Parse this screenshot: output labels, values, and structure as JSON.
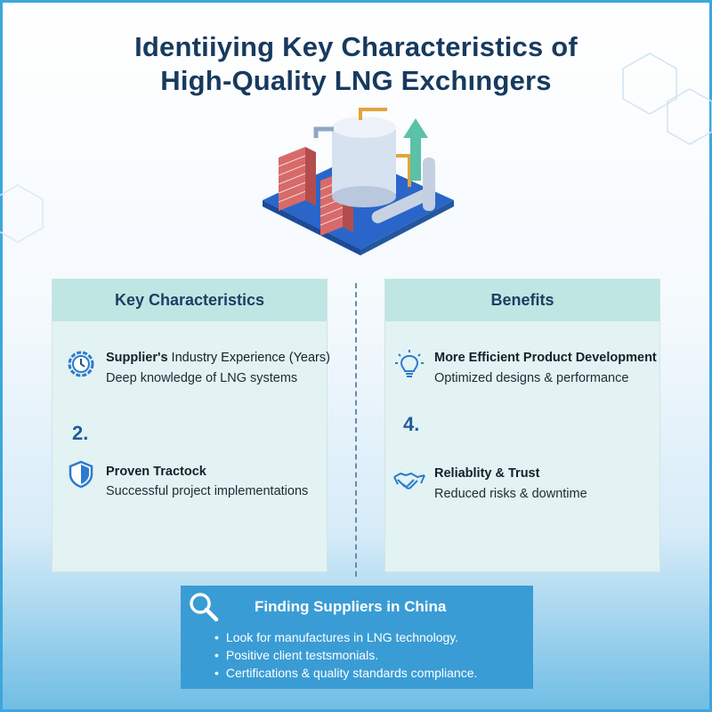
{
  "title": {
    "line1": "Identiiying Key Characteristics of",
    "line2": "High-Quality LNG Exchıngers"
  },
  "left_card": {
    "header": "Key Characteristics",
    "item1": {
      "title_bold": "Supplier's",
      "title_normal": " Industry Experience (Years)",
      "subtitle": "Deep knowledge of LNG systems",
      "icon": "gear-clock-icon"
    },
    "number": "2.",
    "item2": {
      "title": "Proven Tractock",
      "subtitle": "Successful project implementations",
      "icon": "shield-icon"
    }
  },
  "right_card": {
    "header": "Benefits",
    "item1": {
      "title": "More Efficient Product Development",
      "subtitle": "Optimized designs & performance",
      "icon": "lightbulb-icon"
    },
    "number": "4.",
    "item2": {
      "title": "Reliablity & Trust",
      "subtitle": "Reduced risks & downtime",
      "icon": "handshake-icon"
    }
  },
  "finder": {
    "title": "Finding Suppliers in China",
    "icon": "magnifier-icon",
    "items": [
      "Look for manufactures in LNG technology.",
      "Positive client testsmonials.",
      "Certifications & quality standards compliance."
    ]
  },
  "colors": {
    "title": "#173a5e",
    "accent": "#3a9cd5",
    "card_bg": "#e3f2f2",
    "card_header": "#bfe6e3",
    "number": "#1e5d99"
  }
}
